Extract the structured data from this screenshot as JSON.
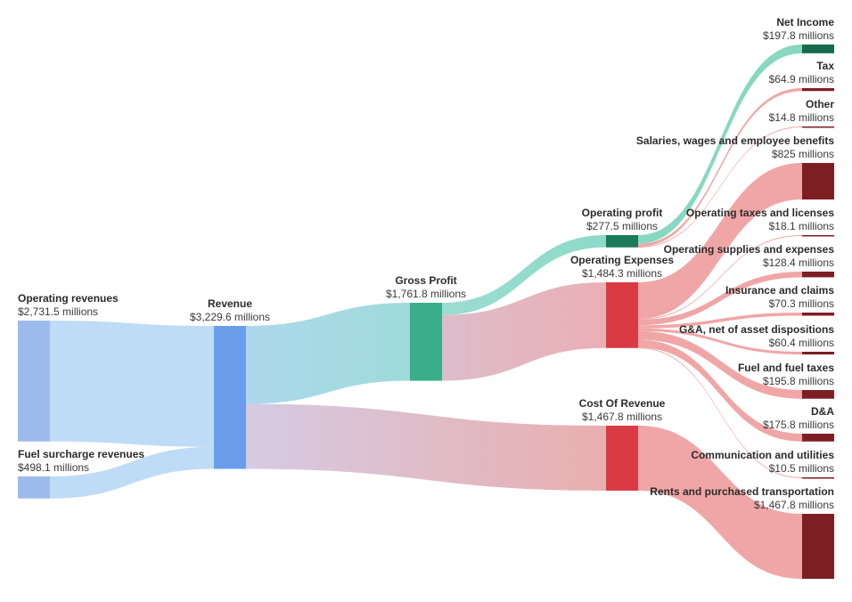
{
  "chart_data": {
    "type": "sankey",
    "unit_suffix": " millions",
    "currency": "$",
    "colors": {
      "revenue_node": "#9cbcee",
      "revenue_main_node": "#6b9ded",
      "revenue_link": "#bcdaf5",
      "profit_node": "#3aae88",
      "profit_node_dark": "#1c7a5a",
      "net_income_node": "#176b4c",
      "profit_link": "#87d8c4",
      "net_income_link": "#7fd6bd",
      "cost_node": "#d93a44",
      "expense_node": "#7d1e22",
      "expense_link": "#efa1a1"
    },
    "nodes": [
      {
        "id": "op_rev",
        "name": "Operating revenues",
        "value": "$2,731.5 millions",
        "amount": 2731.5
      },
      {
        "id": "fuel_sur",
        "name": "Fuel surcharge revenues",
        "value": "$498.1 millions",
        "amount": 498.1
      },
      {
        "id": "revenue",
        "name": "Revenue",
        "value": "$3,229.6 millions",
        "amount": 3229.6
      },
      {
        "id": "gross",
        "name": "Gross Profit",
        "value": "$1,761.8 millions",
        "amount": 1761.8
      },
      {
        "id": "cor",
        "name": "Cost Of Revenue",
        "value": "$1,467.8 millions",
        "amount": 1467.8
      },
      {
        "id": "op_profit",
        "name": "Operating profit",
        "value": "$277.5 millions",
        "amount": 277.5
      },
      {
        "id": "op_exp",
        "name": "Operating Expenses",
        "value": "$1,484.3 millions",
        "amount": 1484.3
      },
      {
        "id": "net",
        "name": "Net Income",
        "value": "$197.8 millions",
        "amount": 197.8
      },
      {
        "id": "tax",
        "name": "Tax",
        "value": "$64.9 millions",
        "amount": 64.9
      },
      {
        "id": "other",
        "name": "Other",
        "value": "$14.8 millions",
        "amount": 14.8
      },
      {
        "id": "salaries",
        "name": "Salaries, wages and employee benefits",
        "value": "$825 millions",
        "amount": 825
      },
      {
        "id": "optax",
        "name": "Operating taxes and licenses",
        "value": "$18.1 millions",
        "amount": 18.1
      },
      {
        "id": "supplies",
        "name": "Operating supplies and expenses",
        "value": "$128.4 millions",
        "amount": 128.4
      },
      {
        "id": "insurance",
        "name": "Insurance and claims",
        "value": "$70.3 millions",
        "amount": 70.3
      },
      {
        "id": "ga",
        "name": "G&A, net of asset dispositions",
        "value": "$60.4 millions",
        "amount": 60.4
      },
      {
        "id": "fuel",
        "name": "Fuel and fuel taxes",
        "value": "$195.8 millions",
        "amount": 195.8
      },
      {
        "id": "da",
        "name": "D&A",
        "value": "$175.8 millions",
        "amount": 175.8
      },
      {
        "id": "comm",
        "name": "Communication and utilities",
        "value": "$10.5 millions",
        "amount": 10.5
      },
      {
        "id": "rents",
        "name": "Rents and purchased transportation",
        "value": "$1,467.8 millions",
        "amount": 1467.8
      }
    ],
    "links": [
      {
        "source": "op_rev",
        "target": "revenue",
        "value": 2731.5
      },
      {
        "source": "fuel_sur",
        "target": "revenue",
        "value": 498.1
      },
      {
        "source": "revenue",
        "target": "gross",
        "value": 1761.8
      },
      {
        "source": "revenue",
        "target": "cor",
        "value": 1467.8
      },
      {
        "source": "gross",
        "target": "op_profit",
        "value": 277.5
      },
      {
        "source": "gross",
        "target": "op_exp",
        "value": 1484.3
      },
      {
        "source": "op_profit",
        "target": "net",
        "value": 197.8
      },
      {
        "source": "op_profit",
        "target": "tax",
        "value": 64.9
      },
      {
        "source": "op_profit",
        "target": "other",
        "value": 14.8
      },
      {
        "source": "op_exp",
        "target": "salaries",
        "value": 825
      },
      {
        "source": "op_exp",
        "target": "optax",
        "value": 18.1
      },
      {
        "source": "op_exp",
        "target": "supplies",
        "value": 128.4
      },
      {
        "source": "op_exp",
        "target": "insurance",
        "value": 70.3
      },
      {
        "source": "op_exp",
        "target": "ga",
        "value": 60.4
      },
      {
        "source": "op_exp",
        "target": "fuel",
        "value": 195.8
      },
      {
        "source": "op_exp",
        "target": "da",
        "value": 175.8
      },
      {
        "source": "op_exp",
        "target": "comm",
        "value": 10.5
      },
      {
        "source": "cor",
        "target": "rents",
        "value": 1467.8
      }
    ]
  }
}
